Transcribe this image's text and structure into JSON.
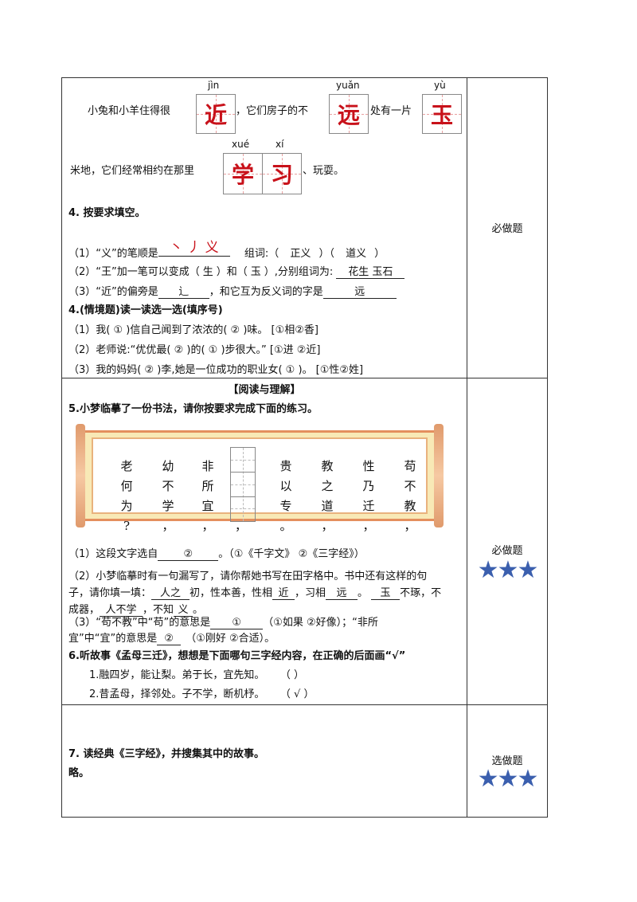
{
  "q3": {
    "line1_a": "小兔和小羊住得很",
    "line1_b": "，它们房子的不",
    "line1_c": "处有一片",
    "line2_a": "米地，它们经常相约在那里",
    "line2_b": "、玩耍。",
    "cells": [
      {
        "py": "jìn",
        "ch": "近"
      },
      {
        "py": "yuǎn",
        "ch": "远"
      },
      {
        "py": "yù",
        "ch": "玉"
      },
      {
        "py": "xué",
        "ch": "学"
      },
      {
        "py": "xí",
        "ch": "习"
      }
    ]
  },
  "q4": {
    "title": "4.  按要求填空。",
    "l1_a": "（1）“义”的笔顺是",
    "l1_strokes": "丶 丿 义",
    "l1_b": "组词:（",
    "l1_w1": "正义",
    "l1_c": "）（",
    "l1_w2": "道义",
    "l1_d": "）",
    "l2_a": "（2）“王”加一笔可以变成（",
    "l2_w1": "生",
    "l2_b": "）和（",
    "l2_w2": "玉",
    "l2_c": "）,分别组词为:",
    "l2_ans": "花生   玉石",
    "l3_a": "（3）“近”的偏旁是",
    "l3_ans1": "辶",
    "l3_b": "，和它互为反义词的字是",
    "l3_ans2": "远"
  },
  "q4b": {
    "title": "4.(情境题)读一读选一选(填序号)",
    "l1": "（1）我( ① )信自己闻到了浓浓的( ② )味。  [①相②香]",
    "l2": "（2）老师说:“优优最( ② )的( ① )步很大。” [①进 ②近]",
    "l3": "（3）我的妈妈( ② )李,她是一位成功的职业女( ① )。 [①性②姓]"
  },
  "sides": {
    "s1": "必做题",
    "s2": "必做题",
    "s3": "选做题",
    "stars": "★★★"
  },
  "reading": {
    "header": "【阅读与理解】",
    "q5_title": "5.小梦临摹了一份书法，请你按要求完成下面的练习。",
    "scroll_cols": [
      [
        "老",
        "何",
        "为",
        "?"
      ],
      [
        "幼",
        "不",
        "学",
        "，"
      ],
      [
        "非",
        "所",
        "宜",
        "，"
      ],
      [
        "贵",
        "以",
        "专",
        "。"
      ],
      [
        "教",
        "之",
        "道",
        "，"
      ],
      [
        "性",
        "乃",
        "迁",
        "，"
      ],
      [
        "苟",
        "不",
        "教",
        "，"
      ]
    ],
    "blank_comma": "，",
    "l1_a": "（1）这段文字选自",
    "l1_ans": "②",
    "l1_b": "。（①《千字文》   ②《三字经》）",
    "l2_a": "（2）小梦临摹时有一句漏写了，请你帮她书写在田字格中。书中还有这样的句",
    "l2_b": "子，请你填一填：",
    "l2_ans1": "人之",
    "l2_c": "初，性本善，性相",
    "l2_ans2": "近",
    "l2_d": "，习相",
    "l2_ans3": "远",
    "l2_e": "。",
    "l2_ans4": "玉",
    "l2_f": "不琢，不",
    "l2_g": "成器，",
    "l2_ans5": "人不学",
    "l2_h": "，不知",
    "l2_ans6": "义",
    "l2_i": "。",
    "l3_a": "（3）“苟不教”中“苟”的意思是",
    "l3_ans1": "①",
    "l3_b": "（①如果    ②好像）；“非所",
    "l3_c": "宜”中“宜”的意思是",
    "l3_ans2": "②",
    "l3_d": "（①刚好   ②合适）。",
    "q6_title": "6.听故事《孟母三迁》，想想是下面哪句三字经内容，在正确的后面画“√”",
    "q6_o1": "1.融四岁，能让梨。弟于长，宜先知。",
    "q6_o1_mark": "（       ）",
    "q6_o2": "2.昔孟母，择邻处。子不学，断机杼。",
    "q6_o2_mark": "（  √  ）"
  },
  "q7": {
    "title": "7.  读经典《三字经》，并搜集其中的故事。",
    "ans": "略。"
  }
}
